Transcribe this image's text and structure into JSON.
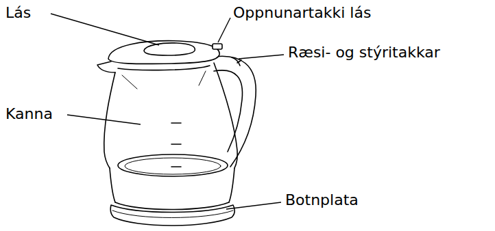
{
  "diagram": {
    "labels": [
      "Lás",
      "Oppnunartakki lás",
      "Ræsi- og stýritakkar",
      "Kanna",
      "Botnplata"
    ]
  }
}
